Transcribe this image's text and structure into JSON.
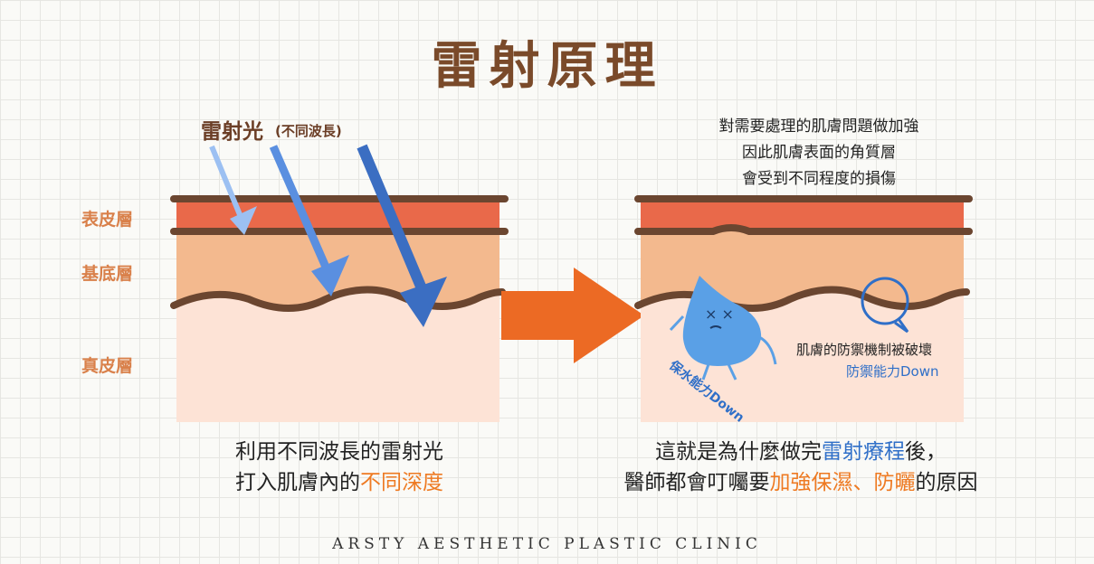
{
  "title": "雷射原理",
  "layer_labels": {
    "epidermis": "表皮層",
    "basal": "基底層",
    "dermis": "真皮層"
  },
  "laser": {
    "label": "雷射光",
    "sub": "(不同波長)"
  },
  "left_caption": {
    "line1": "利用不同波長的雷射光",
    "line2_prefix": "打入肌膚內的",
    "line2_highlight": "不同深度"
  },
  "right_note": {
    "line1": "對需要處理的肌膚問題做加強",
    "line2": "因此肌膚表面的角質層",
    "line3": "會受到不同程度的損傷"
  },
  "barrier_note": {
    "line1": "肌膚的防禦機制被破壞",
    "line2": "防禦能力Down"
  },
  "drop_label": "保水能力Down",
  "right_caption": {
    "line1_prefix": "這就是為什麼做完",
    "line1_highlight": "雷射療程",
    "line1_suffix": "後，",
    "line2_prefix": "醫師都會叮囑要",
    "line2_highlight": "加強保濕、防曬",
    "line2_suffix": "的原因"
  },
  "footer": "ARSTY AESTHETIC PLASTIC CLINIC",
  "colors": {
    "title": "#7a4a2a",
    "layer_label": "#d9804a",
    "epidermis": "#e9694a",
    "basal": "#f3b98e",
    "dermis": "#fde3d6",
    "line": "#6b4630",
    "arrow": "#ec6a24",
    "drop": "#5aa0e6",
    "highlight_orange": "#ee7a22",
    "highlight_blue": "#2f6fc8"
  },
  "icons": [
    "laser-beam-arrow",
    "direction-arrow",
    "water-drop-character",
    "thought-bubble-icon"
  ]
}
